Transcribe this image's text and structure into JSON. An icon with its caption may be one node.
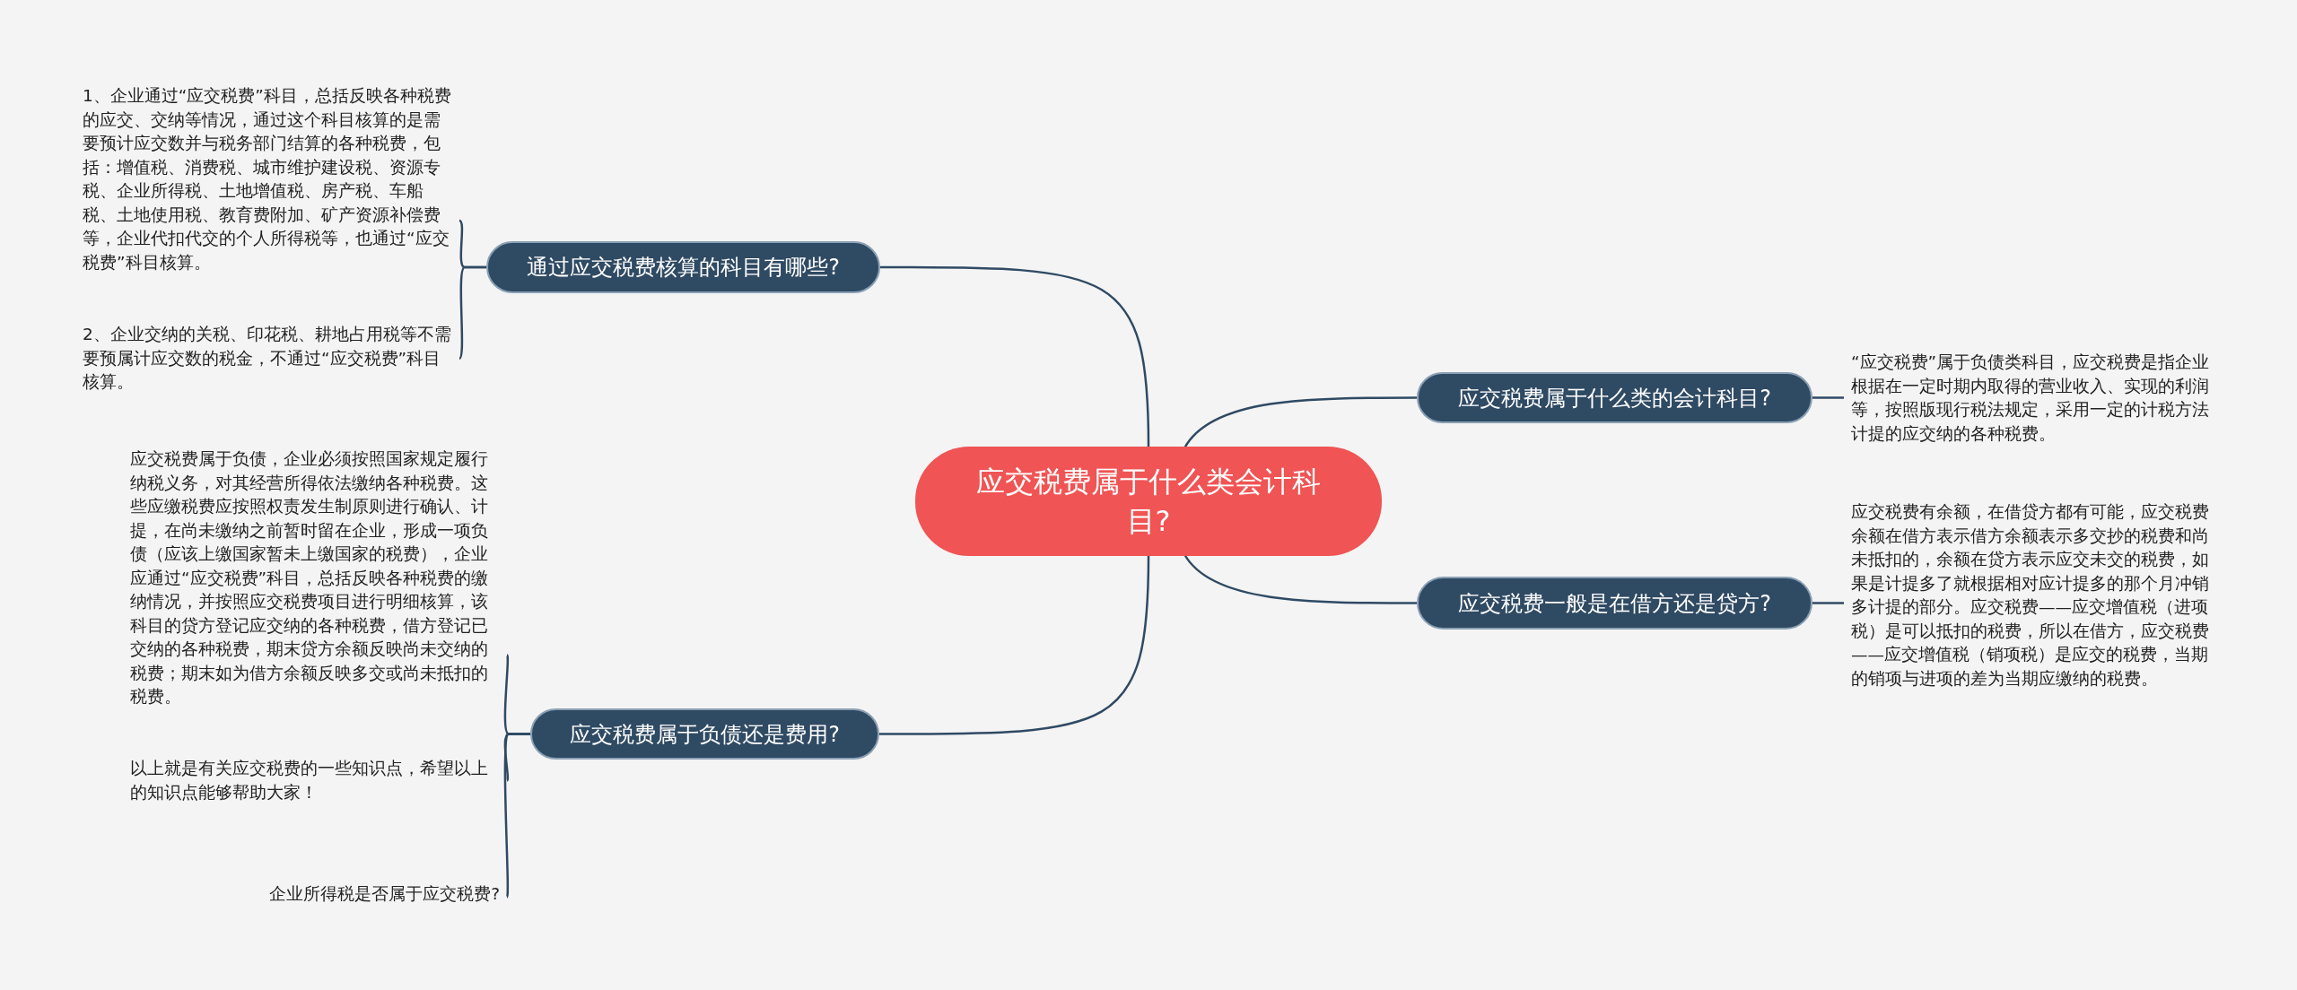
{
  "diagram": {
    "nodes": [
      {
        "text": [
          "应交税费属于什么类会计科目?"
        ]
      },
      {
        "text": [
          "通过应交税费核算的科目有哪些?"
        ]
      },
      {
        "text": [
          "应交税费属于什么类的会计科目?"
        ]
      },
      {
        "text": [
          "应交税费一般是在借方还是贷方?"
        ]
      },
      {
        "text": [
          "应交税费属于负债还是费用?"
        ]
      },
      {
        "text": [
          "1、企业通过“应交税费”科目，总括反映各种税费的应交、交纳等情况，通过这个科目核算的是需要预计应交数并与税务部门结算的各种税费，包括：增值税、消费税、城市维护建设税、资源专税、企业所得税、土地增值税、房产税、车船税、土地使用税、教育费附加、矿产资源补偿费等，企业代扣代交的个人所得税等，也通过“应交税费”科目核算。"
        ]
      },
      {
        "text": [
          "2、企业交纳的关税、印花税、耕地占用税等不需要预属计应交数的税金，不通过“应交税费”科目核算。"
        ]
      },
      {
        "text": [
          "“应交税费”属于负债类科目，应交税费是指企业根据在一定时期内取得的营业收入、实现的利润等，按照版现行税法规定，采用一定的计税方法计提的应交纳的各种税费。"
        ]
      },
      {
        "text": [
          "应交税费有余额，在借贷方都有可能，应交税费余额在借方表示借方余额表示多交抄的税费和尚未抵扣的，余额在贷方表示应交未交的税费，如果是计提多了就根据相对应计提多的那个月冲销多计提的部分。应交税费——应交增值税（进项税）是可以抵扣的税费，所以在借方，应交税费——应交增值税（销项税）是应交的税费，当期的销项与进项的差为当期应缴纳的税费。"
        ]
      },
      {
        "text": [
          "应交税费属于负债，企业必须按照国家规定履行纳税义务，对其经营所得依法缴纳各种税费。这些应缴税费应按照权责发生制原则进行确认、计提，在尚未缴纳之前暂时留在企业，形成一项负债（应该上缴国家暂未上缴国家的税费），企业应通过“应交税费”科目，总括反映各种税费的缴纳情况，并按照应交税费项目进行明细核算，该科目的贷方登记应交纳的各种税费，借方登记已交纳的各种税费，期末贷方余额反映尚未交纳的税费；期末如为借方余额反映多交或尚未抵扣的税费。"
        ]
      },
      {
        "text": [
          "以上就是有关应交税费的一些知识点，希望以上的知识点能够帮助大家！"
        ]
      },
      {
        "text": [
          "企业所得税是否属于应交税费?"
        ]
      }
    ],
    "edges": [
      {
        "from": 0,
        "to": 1,
        "arrow": "none"
      },
      {
        "from": 0,
        "to": 2,
        "arrow": "none"
      },
      {
        "from": 0,
        "to": 3,
        "arrow": "none"
      },
      {
        "from": 0,
        "to": 4,
        "arrow": "none"
      },
      {
        "from": 1,
        "to": 5,
        "arrow": "none"
      },
      {
        "from": 1,
        "to": 6,
        "arrow": "none"
      },
      {
        "from": 2,
        "to": 7,
        "arrow": "none"
      },
      {
        "from": 3,
        "to": 8,
        "arrow": "none"
      },
      {
        "from": 4,
        "to": 9,
        "arrow": "none"
      },
      {
        "from": 4,
        "to": 10,
        "arrow": "none"
      },
      {
        "from": 4,
        "to": 11,
        "arrow": "none"
      }
    ]
  }
}
